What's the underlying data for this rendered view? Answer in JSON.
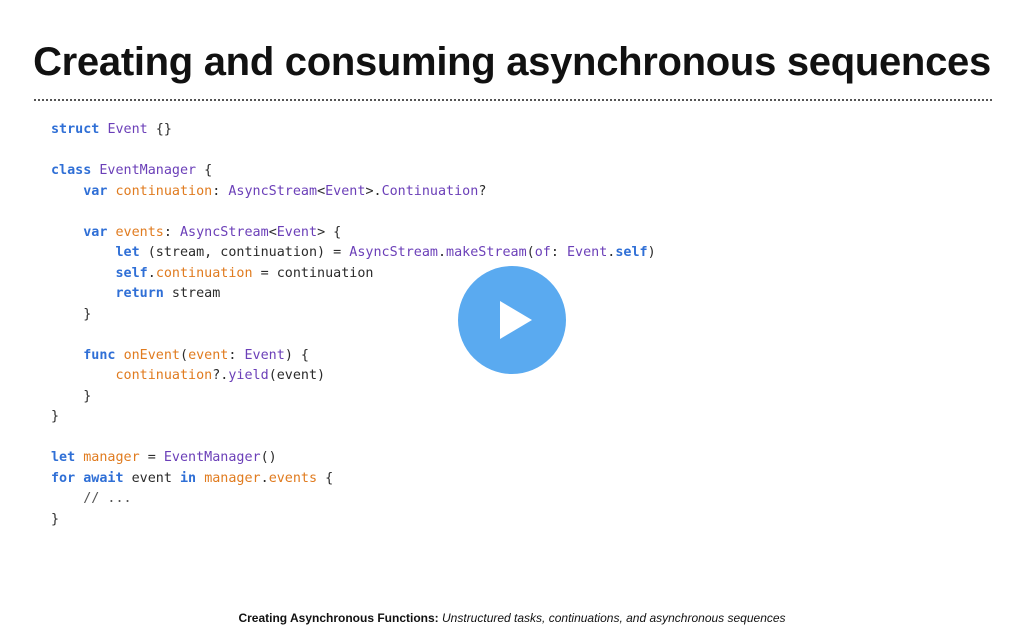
{
  "slide": {
    "title": "Creating and consuming asynchronous sequences",
    "footer_bold": "Creating Asynchronous Functions:",
    "footer_italic": "Unstructured tasks, continuations, and asynchronous sequences"
  },
  "player": {
    "play_icon": "play-icon",
    "accent_color": "#5aaaf0"
  },
  "code": {
    "lines": [
      [
        {
          "t": "kw",
          "v": "struct"
        },
        {
          "t": "pl",
          "v": " "
        },
        {
          "t": "ty",
          "v": "Event"
        },
        {
          "t": "pl",
          "v": " {}"
        }
      ],
      [],
      [
        {
          "t": "kw",
          "v": "class"
        },
        {
          "t": "pl",
          "v": " "
        },
        {
          "t": "ty",
          "v": "EventManager"
        },
        {
          "t": "pl",
          "v": " {"
        }
      ],
      [
        {
          "t": "pl",
          "v": "    "
        },
        {
          "t": "kw",
          "v": "var"
        },
        {
          "t": "pl",
          "v": " "
        },
        {
          "t": "pr",
          "v": "continuation"
        },
        {
          "t": "pl",
          "v": ": "
        },
        {
          "t": "ty",
          "v": "AsyncStream"
        },
        {
          "t": "pl",
          "v": "<"
        },
        {
          "t": "ty",
          "v": "Event"
        },
        {
          "t": "pl",
          "v": ">."
        },
        {
          "t": "ty",
          "v": "Continuation"
        },
        {
          "t": "pl",
          "v": "?"
        }
      ],
      [],
      [
        {
          "t": "pl",
          "v": "    "
        },
        {
          "t": "kw",
          "v": "var"
        },
        {
          "t": "pl",
          "v": " "
        },
        {
          "t": "pr",
          "v": "events"
        },
        {
          "t": "pl",
          "v": ": "
        },
        {
          "t": "ty",
          "v": "AsyncStream"
        },
        {
          "t": "pl",
          "v": "<"
        },
        {
          "t": "ty",
          "v": "Event"
        },
        {
          "t": "pl",
          "v": "> {"
        }
      ],
      [
        {
          "t": "pl",
          "v": "        "
        },
        {
          "t": "kw",
          "v": "let"
        },
        {
          "t": "pl",
          "v": " (stream, continuation) = "
        },
        {
          "t": "ty",
          "v": "AsyncStream"
        },
        {
          "t": "pl",
          "v": "."
        },
        {
          "t": "fn",
          "v": "makeStream"
        },
        {
          "t": "pl",
          "v": "("
        },
        {
          "t": "fn",
          "v": "of"
        },
        {
          "t": "pl",
          "v": ": "
        },
        {
          "t": "ty",
          "v": "Event"
        },
        {
          "t": "pl",
          "v": "."
        },
        {
          "t": "kw",
          "v": "self"
        },
        {
          "t": "pl",
          "v": ")"
        }
      ],
      [
        {
          "t": "pl",
          "v": "        "
        },
        {
          "t": "kw",
          "v": "self"
        },
        {
          "t": "pl",
          "v": "."
        },
        {
          "t": "pr",
          "v": "continuation"
        },
        {
          "t": "pl",
          "v": " = continuation"
        }
      ],
      [
        {
          "t": "pl",
          "v": "        "
        },
        {
          "t": "kw",
          "v": "return"
        },
        {
          "t": "pl",
          "v": " stream"
        }
      ],
      [
        {
          "t": "pl",
          "v": "    }"
        }
      ],
      [],
      [
        {
          "t": "pl",
          "v": "    "
        },
        {
          "t": "kw",
          "v": "func"
        },
        {
          "t": "pl",
          "v": " "
        },
        {
          "t": "pr",
          "v": "onEvent"
        },
        {
          "t": "pl",
          "v": "("
        },
        {
          "t": "pr",
          "v": "event"
        },
        {
          "t": "pl",
          "v": ": "
        },
        {
          "t": "ty",
          "v": "Event"
        },
        {
          "t": "pl",
          "v": ") {"
        }
      ],
      [
        {
          "t": "pl",
          "v": "        "
        },
        {
          "t": "pr",
          "v": "continuation"
        },
        {
          "t": "pl",
          "v": "?."
        },
        {
          "t": "fn",
          "v": "yield"
        },
        {
          "t": "pl",
          "v": "(event)"
        }
      ],
      [
        {
          "t": "pl",
          "v": "    }"
        }
      ],
      [
        {
          "t": "pl",
          "v": "}"
        }
      ],
      [],
      [
        {
          "t": "kw",
          "v": "let"
        },
        {
          "t": "pl",
          "v": " "
        },
        {
          "t": "pr",
          "v": "manager"
        },
        {
          "t": "pl",
          "v": " = "
        },
        {
          "t": "ty",
          "v": "EventManager"
        },
        {
          "t": "pl",
          "v": "()"
        }
      ],
      [
        {
          "t": "kw",
          "v": "for"
        },
        {
          "t": "pl",
          "v": " "
        },
        {
          "t": "kw",
          "v": "await"
        },
        {
          "t": "pl",
          "v": " event "
        },
        {
          "t": "kw",
          "v": "in"
        },
        {
          "t": "pl",
          "v": " "
        },
        {
          "t": "pr",
          "v": "manager"
        },
        {
          "t": "pl",
          "v": "."
        },
        {
          "t": "pr",
          "v": "events"
        },
        {
          "t": "pl",
          "v": " {"
        }
      ],
      [
        {
          "t": "cm",
          "v": "    // ..."
        }
      ],
      [
        {
          "t": "pl",
          "v": "}"
        }
      ]
    ]
  }
}
